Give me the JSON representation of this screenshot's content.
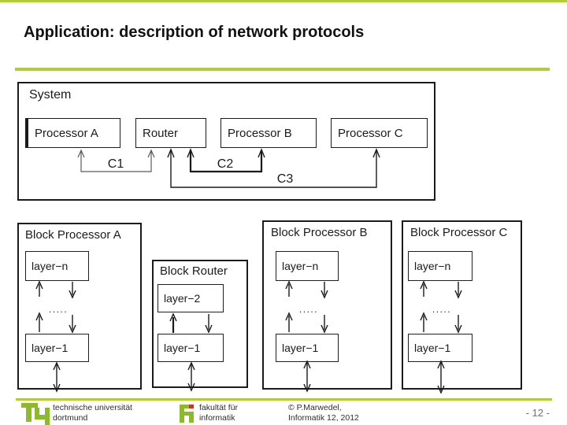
{
  "slide": {
    "title": "Application: description of network protocols",
    "page_number": "- 12 -"
  },
  "system_diagram": {
    "label": "System",
    "nodes": {
      "processor_a": "Processor A",
      "router": "Router",
      "processor_b": "Processor B",
      "processor_c": "Processor C"
    },
    "channels": {
      "c1": "C1",
      "c2": "C2",
      "c3": "C3"
    }
  },
  "block_diagram": {
    "processor_a": {
      "title": "Block Processor A",
      "top_layer": "layer−n",
      "dots": ".....",
      "bottom_layer": "layer−1"
    },
    "router": {
      "title": "Block Router",
      "top_layer": "layer−2",
      "bottom_layer": "layer−1"
    },
    "processor_b": {
      "title": "Block Processor B",
      "top_layer": "layer−n",
      "dots": ".....",
      "bottom_layer": "layer−1"
    },
    "processor_c": {
      "title": "Block Processor C",
      "top_layer": "layer−n",
      "dots": ".....",
      "bottom_layer": "layer−1"
    }
  },
  "footer": {
    "university_line1": "technische universität",
    "university_line2": "dortmund",
    "faculty_line1": "fakultät für",
    "faculty_line2": "informatik",
    "copyright_line1": "© P.Marwedel,",
    "copyright_line2": "Informatik 12, 2012"
  },
  "colors": {
    "accent_green": "#b3cc3b",
    "logo_green": "#8cba28",
    "logo_red": "#c9342b",
    "diagram_line": "#1a1a1a"
  }
}
